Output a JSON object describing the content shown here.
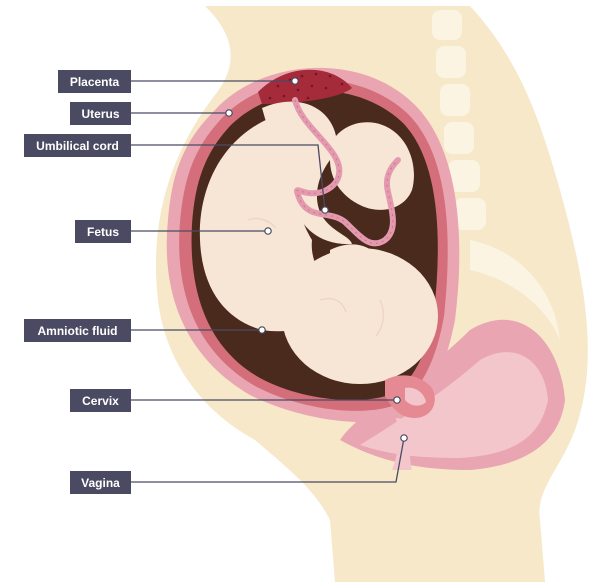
{
  "labels": {
    "placenta": "Placenta",
    "uterus": "Uterus",
    "umbilical_cord": "Umbilical cord",
    "fetus": "Fetus",
    "amniotic_fluid": "Amniotic fluid",
    "cervix": "Cervix",
    "vagina": "Vagina"
  },
  "colors": {
    "skin": "#f6e8c8",
    "spine": "#fbf4e2",
    "uterus_pink": "#e9a5b1",
    "uterus_light": "#f3c6cc",
    "inner_lining": "#d36e7a",
    "amniotic_fluid": "#4a2a1d",
    "fetus": "#f7e5d5",
    "placenta": "#a52a3a",
    "cord": "#e49aae",
    "label_box": "#4a4a63"
  }
}
